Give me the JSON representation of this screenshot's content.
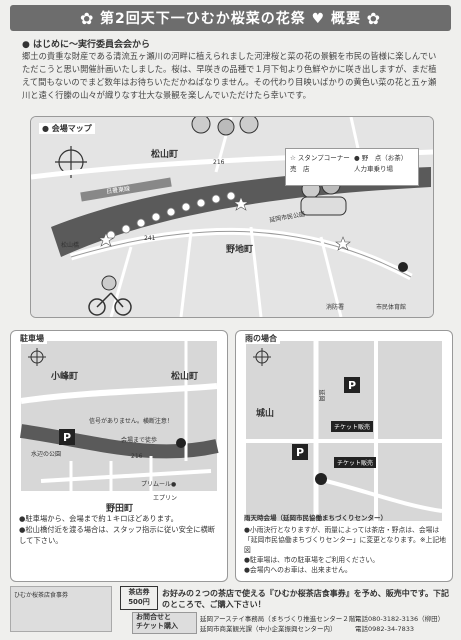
{
  "title": "第2回天下一ひむか桜菜の花祭 ♥ 概要",
  "intro": {
    "heading": "● はじめに〜実行委員会会から",
    "text": "郷土の貴重な財産である清流五ヶ瀬川の河畔に植えられました河津桜と菜の花の景観を市民の皆様に楽しんでいただこうと思い開催計画いたしました。桜は、早咲きの品種で１月下旬より色鮮やかに咲き出しますが、まだ植えて間もないのでまど数年はお待ちいただかねばなりません。その代わり目映いばかりの黄色い菜の花と五ヶ瀬川と遠く行縢の山々が織りなす壮大な景観を楽しんでいただけたら幸いです。"
  },
  "venue_map": {
    "label": "● 会場マップ",
    "legend": {
      "stamp": "☆ スタンプコーナー",
      "stall": "● 野　点（お茶）",
      "shop": "売　店",
      "rickshaw": "人力車乗り場"
    },
    "labels": {
      "matsuyama": "松山町",
      "nojiri": "野地町",
      "route216": "216",
      "route241": "241",
      "bypass": "日豊東線",
      "matsuyama_sm": "松山橋",
      "firehouse": "消防署",
      "gym": "市民体育館",
      "riverside": "延岡市民公園"
    }
  },
  "parking": {
    "label": "駐車場",
    "labels": {
      "kosagi": "小峰町",
      "matsuyama": "松山町",
      "nodacho": "野田町",
      "p1": "P",
      "signal": "信号がありません。横断注意！",
      "bridge": "会場まで徒歩",
      "park": "水辺の公園",
      "purimall": "プリムール●",
      "epuron": "エプリン",
      "r216": "216"
    },
    "notes": "●駐車場から、会場まで約１キロほどあります。\n●松山橋付近を渡る場合は、スタッフ指示に従い安全に横断して下さい。"
  },
  "rain": {
    "label": "雨の場合",
    "labels": {
      "castle": "城山",
      "ticket1": "チケット販売",
      "ticket2": "チケット販売",
      "p": "P",
      "nobeoka": "延岡",
      "venue": "雨天時会場（延岡市民協働まちづくりセンター）"
    },
    "notes": "●小雨決行となりますが、雨量によっては茶店・野点は、会場は「延岡市民協働まちづくりセンター」に変更となります。※上記地図\n●駐車場は、市の駐車場をご利用ください。\n●会場内へのお車は、出来ません。"
  },
  "bottom": {
    "ticket_title": "ひむか桜茶店食事券",
    "ticket_price": "茶店券\n500円",
    "promo": "お好みの２つの茶店で使える『ひむか桜茶店食事券』を予め、販売中です。下記のところで、ご購入下さい！",
    "contact_label": "お問合せと\nチケット購入",
    "contact1": "延岡アーステイ事務局（まちづくり推進センター２階）",
    "contact2": "延岡市商業観光課（中小企業振興センター内）",
    "tel1": "電話080-3182-3136（柳田）",
    "tel2": "電話0982-34-7833"
  }
}
